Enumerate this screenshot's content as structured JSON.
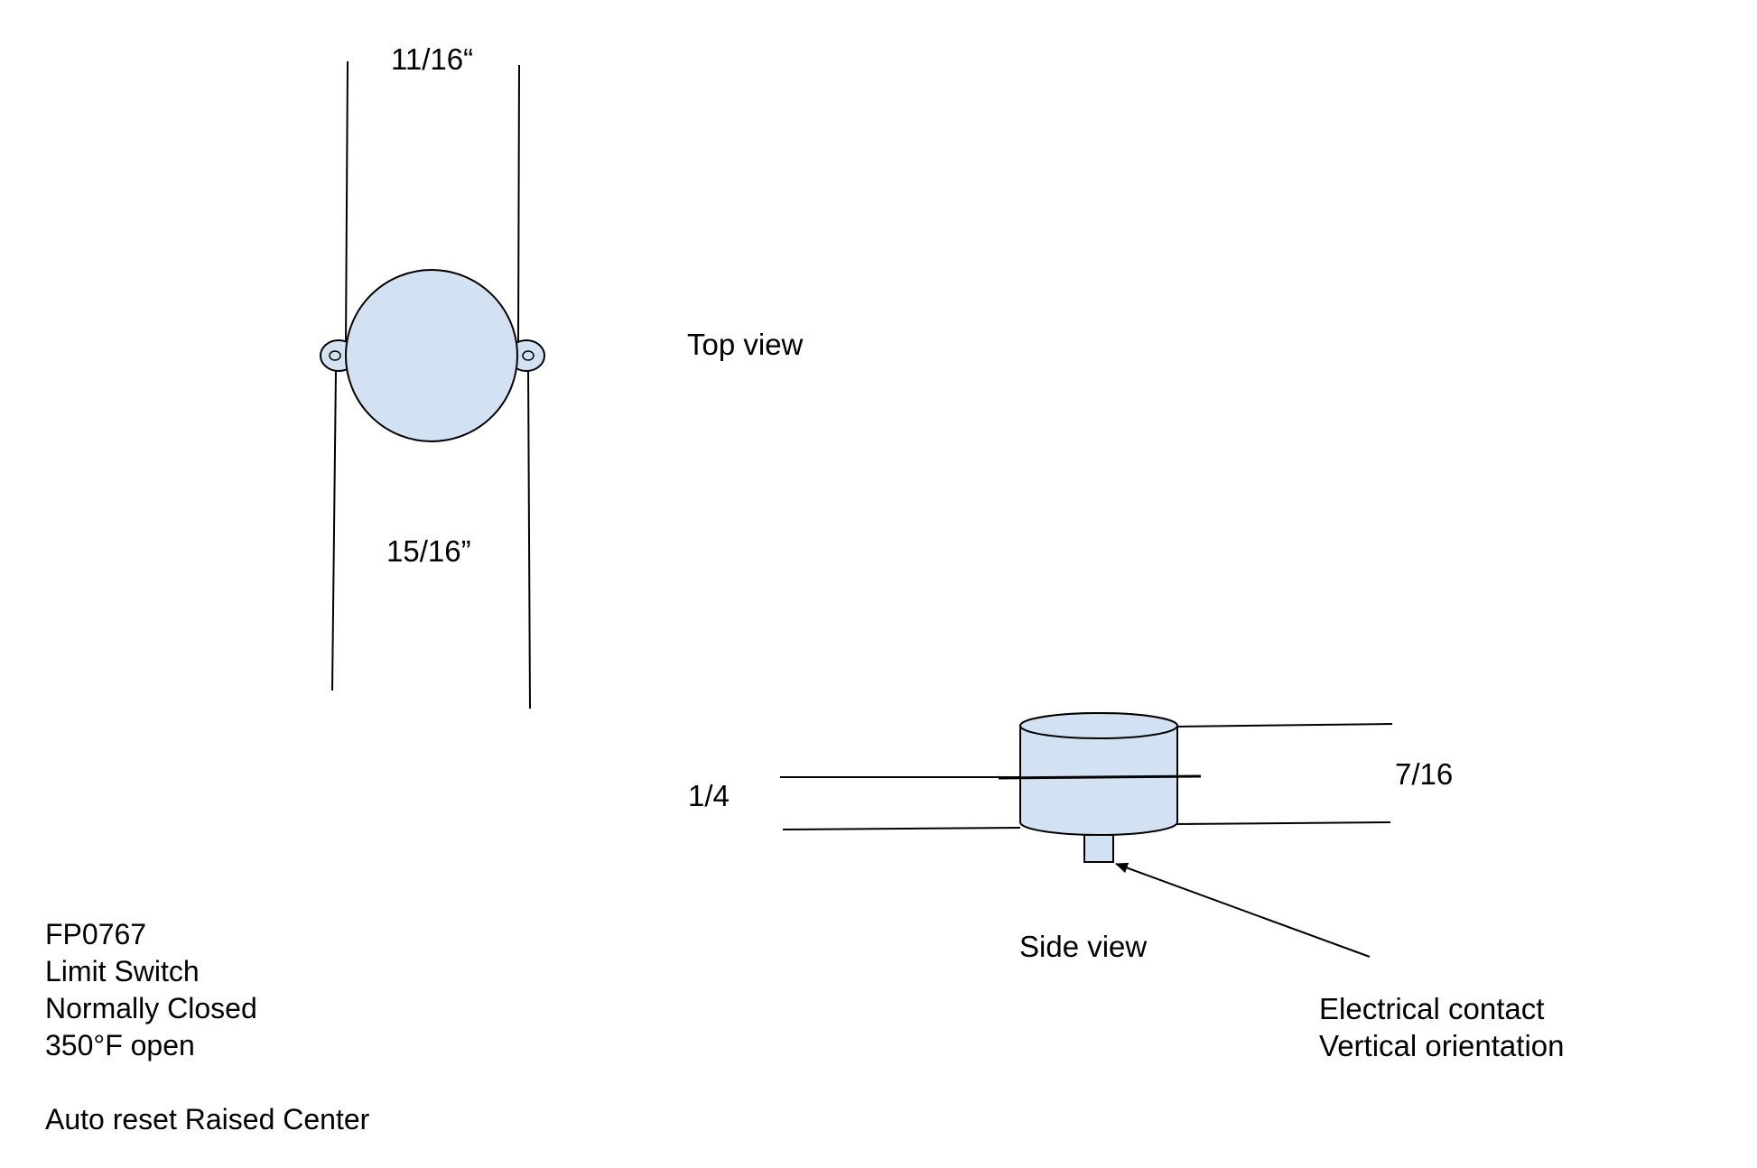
{
  "top_view": {
    "title": "Top view",
    "dim_top": "11/16“",
    "dim_bottom": "15/16”"
  },
  "side_view": {
    "title": "Side view",
    "dim_left": "1/4",
    "dim_right": "7/16"
  },
  "callout": {
    "line1": "Electrical contact",
    "line2": "Vertical orientation"
  },
  "notes": {
    "part_number": "FP0767",
    "type": "Limit Switch",
    "contact": "Normally Closed",
    "rating": "350°F open",
    "reset": "Auto reset Raised Center"
  },
  "colors": {
    "fill": "#d3e2f2",
    "stroke": "#000000"
  }
}
